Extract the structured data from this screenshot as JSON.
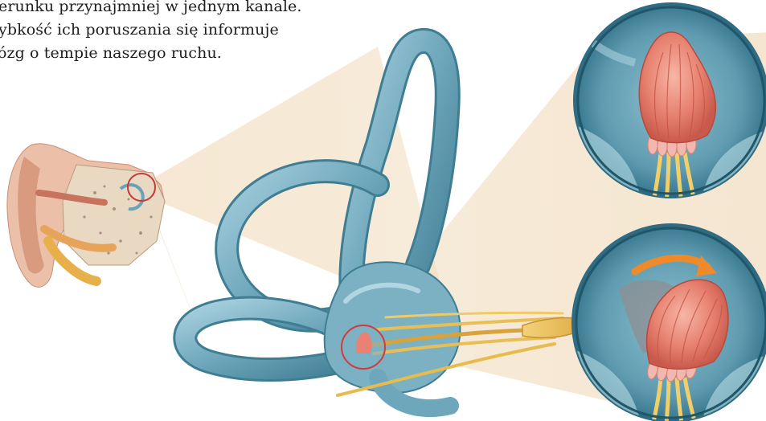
{
  "caption": {
    "line1": "erunku przynajmniej w jednym kanale.",
    "line2": "ybkość ich poruszania się informuje",
    "line3": "ózg o tempie naszego ruchu."
  },
  "footnote": {
    "text": "                          "
  },
  "colors": {
    "canal": "#6aa3b8",
    "canal_light": "#9cc8d8",
    "canal_dark": "#2f6b82",
    "nerve": "#e7bd4a",
    "cupula": "#e9877a",
    "cupula_light": "#f4b4a6",
    "beam": "#f1dcbe",
    "ear_skin": "#eab9a0",
    "highlight_ring": "#d23b3b",
    "arrow": "#ee8a2a"
  },
  "icons": {
    "motion_arrow": "curved-arrow-icon"
  }
}
